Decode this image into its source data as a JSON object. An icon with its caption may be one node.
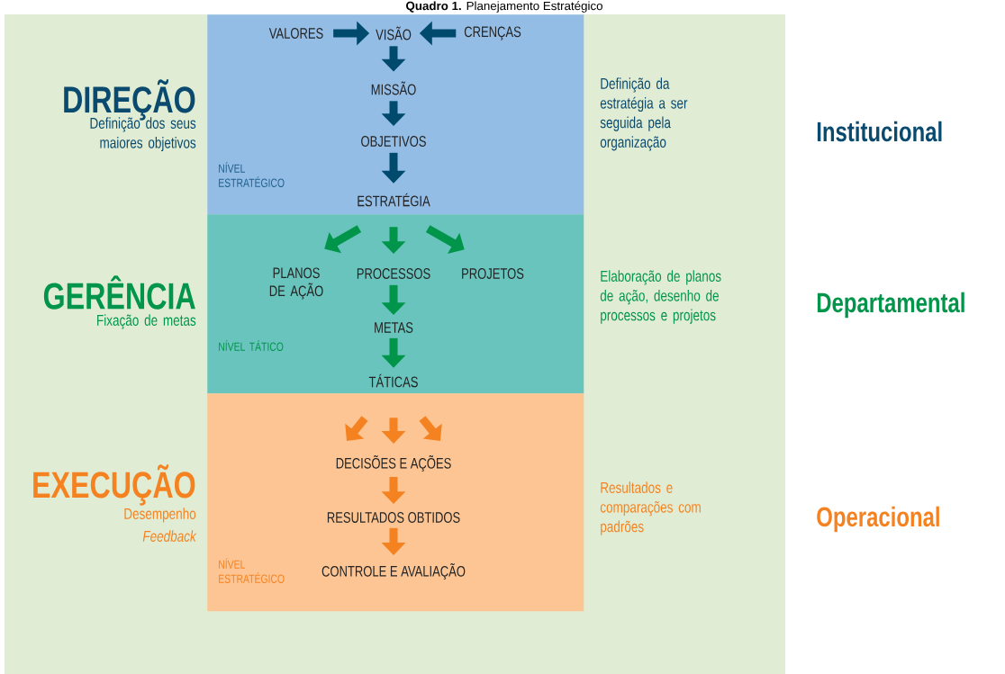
{
  "diagram": {
    "title": "**Quadro 1.** Planejamento Estratégico",
    "nodes": [
      {
        "text": [
          "NÍVEL ESTRATÉGICO"
        ]
      },
      {
        "text": [
          "VALORES"
        ],
        "in": 0
      },
      {
        "text": [
          "VISÃO"
        ],
        "in": 0
      },
      {
        "text": [
          "CRENÇAS"
        ],
        "in": 0
      },
      {
        "text": [
          "MISSÃO"
        ],
        "in": 0
      },
      {
        "text": [
          "OBJETIVOS"
        ],
        "in": 0
      },
      {
        "text": [
          "ESTRATÉGIA"
        ],
        "in": 0
      },
      {
        "text": [
          "NÍVEL TÁTICO"
        ]
      },
      {
        "text": [
          "PLANOS DE AÇÃO"
        ],
        "in": 7
      },
      {
        "text": [
          "PROCESSOS"
        ],
        "in": 7
      },
      {
        "text": [
          "PROJETOS"
        ],
        "in": 7
      },
      {
        "text": [
          "METAS"
        ],
        "in": 7
      },
      {
        "text": [
          "TÁTICAS"
        ],
        "in": 7
      },
      {
        "text": [
          "NÍVEL ESTRATÉGICO"
        ]
      },
      {
        "text": [
          "DECISÕES E AÇÕES"
        ],
        "in": 13
      },
      {
        "text": [
          "RESULTADOS OBTIDOS"
        ],
        "in": 13
      },
      {
        "text": [
          "CONTROLE E AVALIAÇÃO"
        ],
        "in": 13
      }
    ],
    "edges": [
      {
        "from": 1,
        "to": 2,
        "arrow": "to",
        "color": "#004a6e"
      },
      {
        "from": 3,
        "to": 2,
        "arrow": "to",
        "color": "#004a6e"
      },
      {
        "from": 2,
        "to": 4,
        "arrow": "to",
        "color": "#004a6e"
      },
      {
        "from": 4,
        "to": 5,
        "arrow": "to",
        "color": "#004a6e"
      },
      {
        "from": 5,
        "to": 6,
        "arrow": "to",
        "color": "#004a6e"
      },
      {
        "from": 6,
        "to": 8,
        "arrow": "to",
        "color": "#00954a"
      },
      {
        "from": 6,
        "to": 9,
        "arrow": "to",
        "color": "#00954a"
      },
      {
        "from": 6,
        "to": 10,
        "arrow": "to",
        "color": "#00954a"
      },
      {
        "from": 9,
        "to": 11,
        "arrow": "to",
        "color": "#00954a"
      },
      {
        "from": 11,
        "to": 12,
        "arrow": "to",
        "color": "#00954a"
      },
      {
        "from": 12,
        "to": 14,
        "arrow": "to",
        "color": "#f58220"
      },
      {
        "from": 14,
        "to": 15,
        "arrow": "to",
        "color": "#f58220"
      },
      {
        "from": 15,
        "to": 16,
        "arrow": "to",
        "color": "#f58220"
      }
    ],
    "labels": [
      "DIREÇÃO",
      "Definição dos seus maiores objetivos",
      "Definição da estratégia a ser seguida pela organização",
      "Institucional",
      "GERÊNCIA",
      "Fixação de metas",
      "Elaboração de planos de ação, desenho de processos e projetos",
      "Departamental",
      "EXECUÇÃO",
      "Desempenho",
      "Feedback",
      "Resultados e comparações com padrões",
      "Operacional"
    ]
  }
}
